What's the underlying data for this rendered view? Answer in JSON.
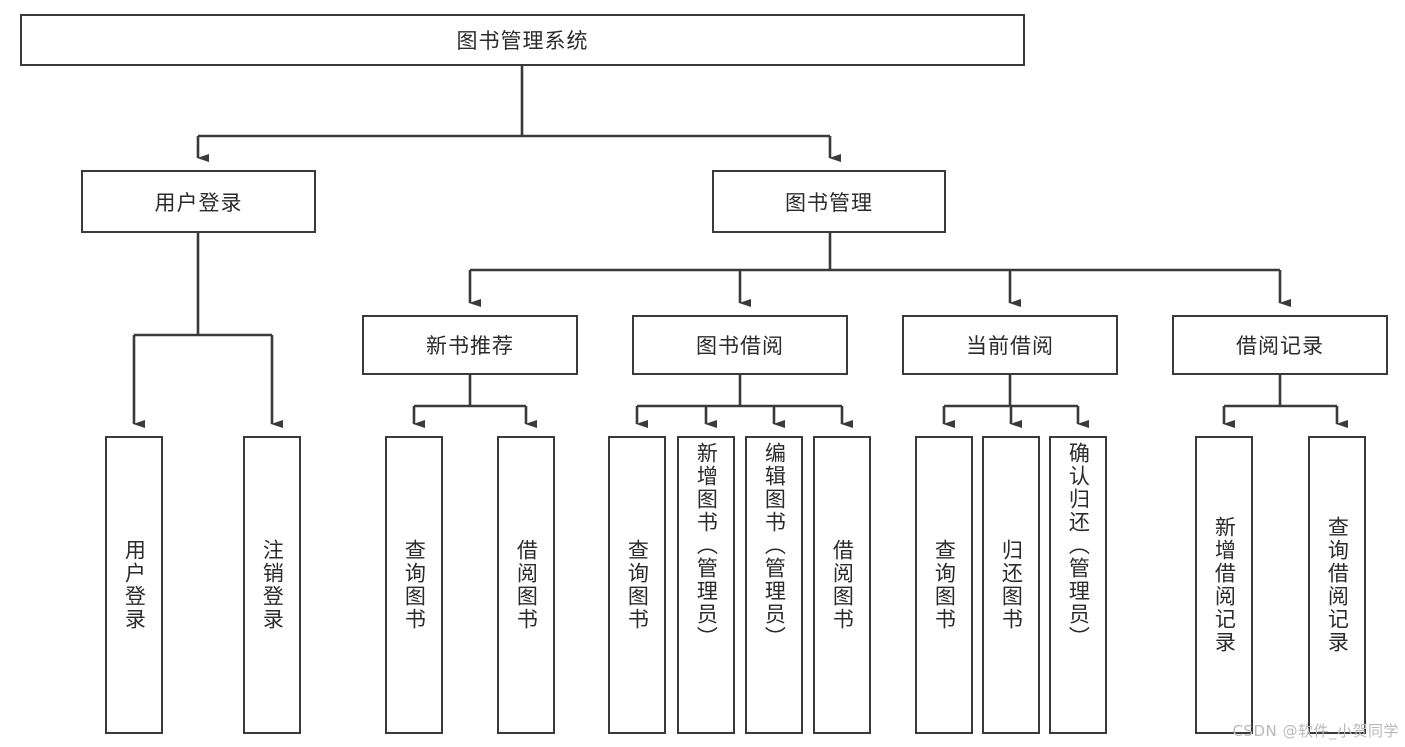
{
  "diagram": {
    "type": "tree-hierarchy-chart",
    "title": "图书管理系统",
    "watermark": "CSDN @软件_小贺同学",
    "colors": {
      "stroke": "#3a3a3a",
      "fill": "#ffffff",
      "text": "#2b2b2b",
      "watermark": "#b9b9b9"
    },
    "root": {
      "label": "图书管理系统"
    },
    "level2": [
      {
        "label": "用户登录"
      },
      {
        "label": "图书管理"
      }
    ],
    "level3": [
      {
        "label": "新书推荐"
      },
      {
        "label": "图书借阅"
      },
      {
        "label": "当前借阅"
      },
      {
        "label": "借阅记录"
      }
    ],
    "leaves": {
      "user_login": [
        {
          "label": "用户登录"
        },
        {
          "label": "注销登录"
        }
      ],
      "new_book_recommend": [
        {
          "label": "查询图书"
        },
        {
          "label": "借阅图书"
        }
      ],
      "book_borrow": [
        {
          "label": "查询图书"
        },
        {
          "label": "新增图书（管理员）"
        },
        {
          "label": "编辑图书（管理员）"
        },
        {
          "label": "借阅图书"
        }
      ],
      "current_borrow": [
        {
          "label": "查询图书"
        },
        {
          "label": "归还图书"
        },
        {
          "label": "确认归还（管理员）"
        }
      ],
      "borrow_record": [
        {
          "label": "新增借阅记录"
        },
        {
          "label": "查询借阅记录"
        }
      ]
    }
  }
}
